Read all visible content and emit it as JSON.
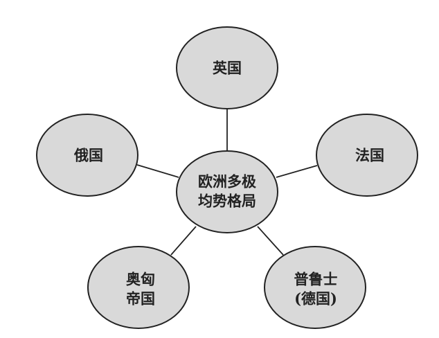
{
  "diagram": {
    "center": {
      "lines": [
        "欧洲多极",
        "均势格局"
      ]
    },
    "nodes": [
      {
        "id": "britain",
        "lines": [
          "英国"
        ]
      },
      {
        "id": "russia",
        "lines": [
          "俄国"
        ]
      },
      {
        "id": "france",
        "lines": [
          "法国"
        ]
      },
      {
        "id": "austria-hungary",
        "lines": [
          "奥匈",
          "帝国"
        ]
      },
      {
        "id": "prussia",
        "lines": [
          "普鲁士",
          "(德国)"
        ]
      }
    ],
    "colors": {
      "fill": "#d9d9d9",
      "stroke": "#222222"
    }
  }
}
